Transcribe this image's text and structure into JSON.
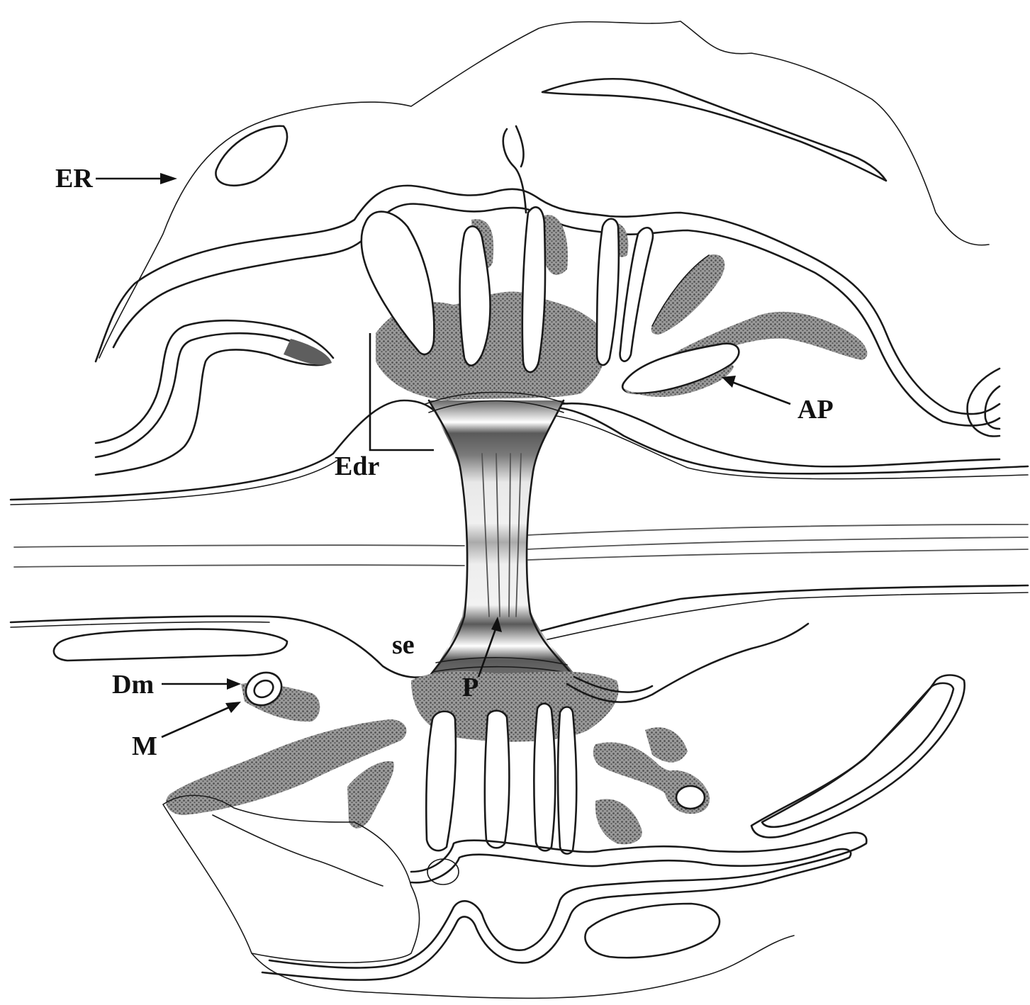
{
  "figure": {
    "labels": {
      "er": "ER",
      "ap": "AP",
      "edr": "Edr",
      "se": "se",
      "dm": "Dm",
      "m": "M",
      "p": "P"
    },
    "colors": {
      "line": "#1a1a1a",
      "stipple_dense": "#5e5e5e",
      "stipple_light": "#c4c4c4",
      "background": "#ffffff"
    }
  }
}
